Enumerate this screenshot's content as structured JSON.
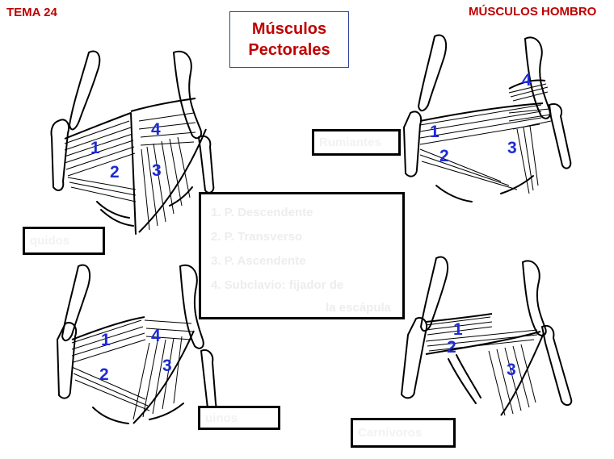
{
  "header": {
    "left": "TEMA 24",
    "right": "MÚSCULOS HOMBRO"
  },
  "title": {
    "line1": "Músculos",
    "line2": "Pectorales"
  },
  "legend": {
    "items": [
      "1.  P. Descendente",
      "2.  P. Transverso",
      "3.  P. Ascendente",
      "4.  Subclavio: fijador de"
    ],
    "continuation": "la escápula"
  },
  "labels": {
    "top_left": "quidos",
    "top_right": "Rumiantes",
    "bottom_left": "uinos",
    "bottom_right": "Carnívoros"
  },
  "numbers": {
    "one": "1",
    "two": "2",
    "three": "3",
    "four": "4"
  },
  "colors": {
    "header_red": "#c00000",
    "number_blue": "#1e2bd6",
    "title_border": "#2f3f9f"
  }
}
